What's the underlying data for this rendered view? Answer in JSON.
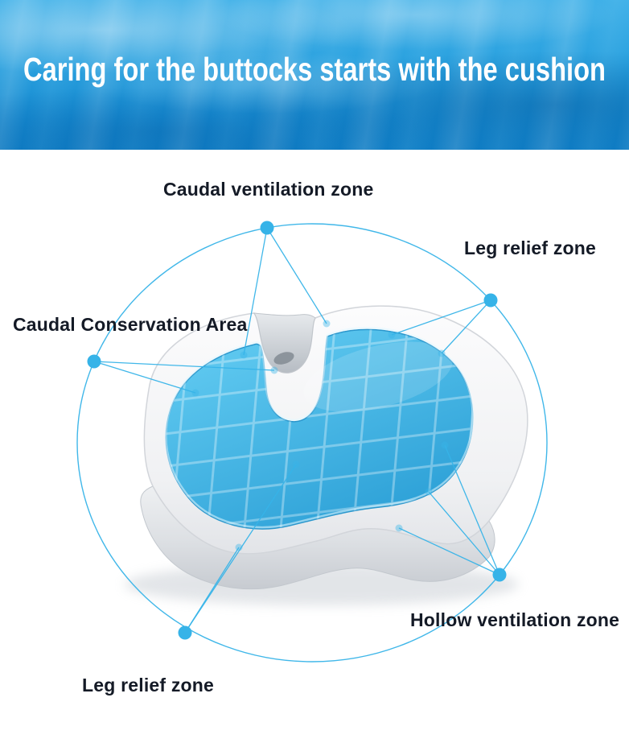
{
  "header": {
    "title": "Caring for the buttocks starts with the cushion"
  },
  "colors": {
    "header_blue_light": "#3eb0e8",
    "header_blue_dark": "#0f7ec6",
    "accent_blue": "#36b3e8",
    "label_text": "#141a26",
    "gel_blue_light": "#63ccf2",
    "gel_blue_dark": "#2b9fd6",
    "foam_white": "#f6f7f8"
  },
  "diagram": {
    "subject": "U-shaped gel memory foam seat cushion",
    "labels": [
      {
        "id": "caudal-ventilation-zone",
        "text": "Caudal ventilation zone"
      },
      {
        "id": "leg-relief-zone-top",
        "text": "Leg relief zone"
      },
      {
        "id": "caudal-conservation-area",
        "text": "Caudal Conservation Area"
      },
      {
        "id": "hollow-ventilation-zone",
        "text": "Hollow ventilation zone"
      },
      {
        "id": "leg-relief-zone-bottom",
        "text": "Leg relief zone"
      }
    ]
  }
}
